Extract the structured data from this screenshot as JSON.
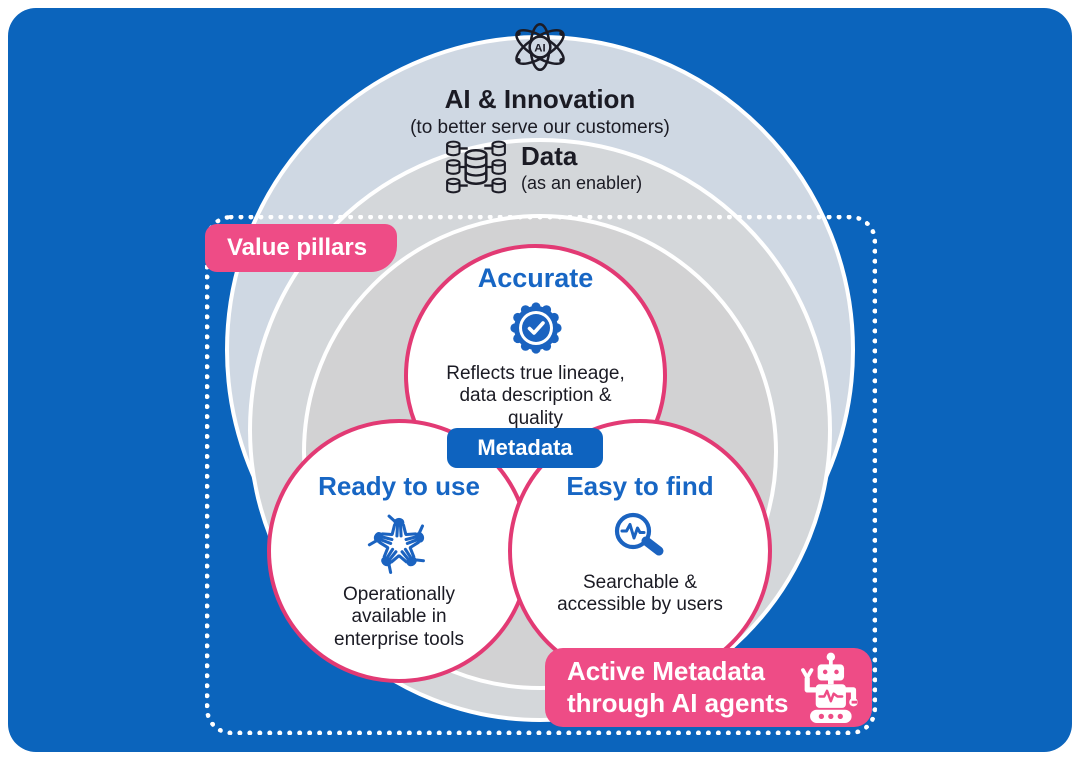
{
  "colors": {
    "background_blue": "#0b64bc",
    "badge_pink": "#ee4c86",
    "pillar_border_pink": "#e23a74",
    "pillar_title_blue": "#1766c4",
    "metadata_badge_blue": "#0e63bf",
    "icon_blue": "#1b63c0",
    "dark_text": "#1b1b24",
    "outer_ring": "#cfd8e3",
    "middle_ring": "#d4d7da",
    "inner_ring": "#d2d2d3",
    "white": "#ffffff"
  },
  "rings": {
    "ai": {
      "icon": "atom-ai-icon",
      "icon_label": "AI",
      "title": "AI & Innovation",
      "subtitle": "(to better serve our customers)"
    },
    "data": {
      "icon": "database-network-icon",
      "title": "Data",
      "subtitle": "(as an enabler)"
    }
  },
  "value_pillars_label": "Value pillars",
  "metadata_label": "Metadata",
  "pillars": [
    {
      "title": "Accurate",
      "icon": "verified-badge-icon",
      "description": "Reflects true lineage, data description & quality"
    },
    {
      "title": "Ready to use",
      "icon": "hands-unity-icon",
      "description": "Operationally available in enterprise tools"
    },
    {
      "title": "Easy to find",
      "icon": "search-pulse-icon",
      "description": "Searchable & accessible by users"
    }
  ],
  "active_metadata": {
    "line1": "Active Metadata",
    "line2": "through AI agents",
    "icon": "robot-icon"
  }
}
